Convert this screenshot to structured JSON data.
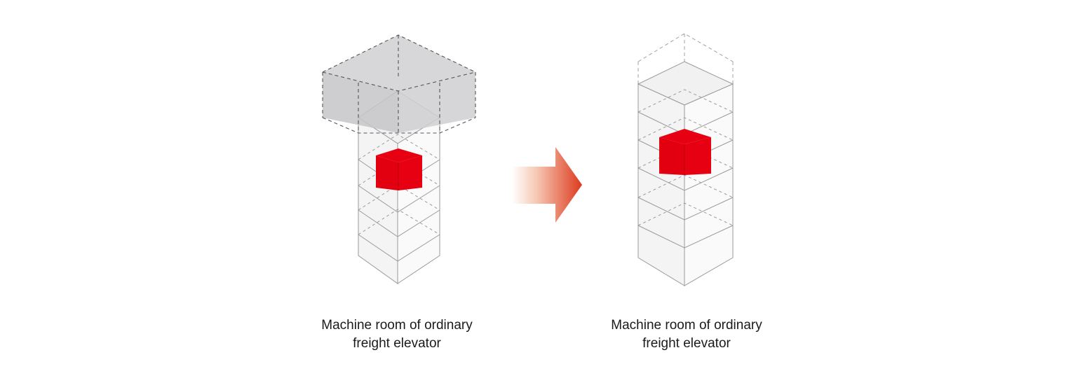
{
  "diagram": {
    "left_caption": {
      "line1": "Machine room of ordinary",
      "line2": "freight elevator"
    },
    "right_caption": {
      "line1": "Machine room of ordinary",
      "line2": "freight elevator"
    },
    "colors": {
      "car": "#e60012",
      "machine_room": "#c8c8ca",
      "shaft_line": "#9a9a9a",
      "arrow_start": "#ffffff",
      "arrow_end": "#dc3a1e"
    },
    "icons": [
      "shaft-icon",
      "machine-room-icon",
      "elevator-car-icon",
      "arrow-right-icon"
    ]
  }
}
